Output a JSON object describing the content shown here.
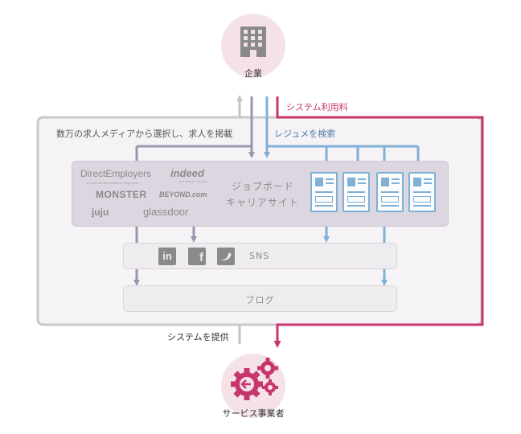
{
  "company": {
    "label": "企業",
    "icon": "building-icon"
  },
  "provider": {
    "label": "サービス事業者",
    "icon": "gears-icon"
  },
  "flows": {
    "system_usage": "システム利用料",
    "resume_search": "レジュメを検索",
    "post_jobs": "数万の求人メディアから選択し、求人を掲載",
    "system_provide": "システムを提供"
  },
  "job_board": {
    "title_line1": "ジョブボード",
    "title_line2": "キャリアサイト",
    "logos": [
      "DirectEmployers",
      "indeed",
      "MONSTER",
      "BEYOND.com",
      "juju",
      "glassdoor"
    ],
    "logo_subtexts": [
      "a nonprofit association of employers",
      "one search. all jobs."
    ],
    "resume_icon": "resume-icon"
  },
  "sns": {
    "label": "SNS",
    "icons": [
      "linkedin-icon",
      "facebook-icon",
      "twitter-icon"
    ]
  },
  "blog": {
    "label": "ブログ"
  },
  "colors": {
    "pink": "#c7356d",
    "blue": "#7fb0d6",
    "purple": "#9b94ad",
    "gray": "#c4c4c4",
    "circle": "#f4e2e7"
  }
}
